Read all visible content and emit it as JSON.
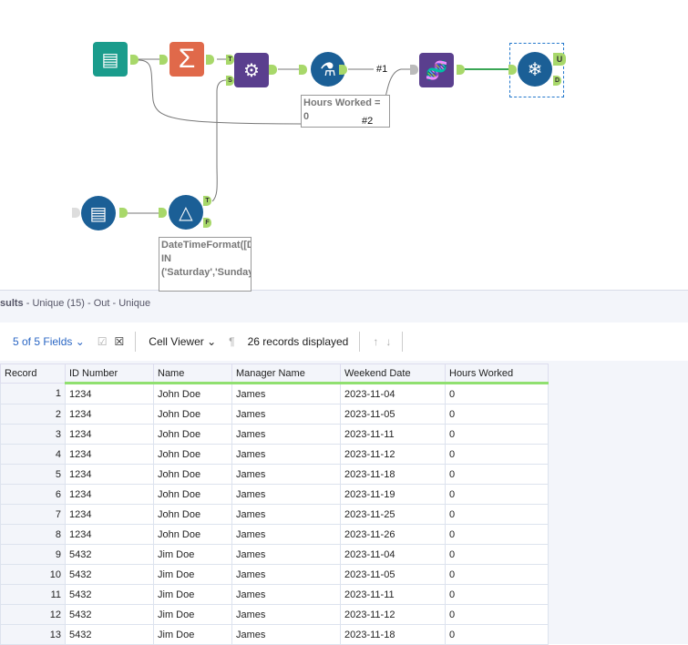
{
  "canvas": {
    "annotation1": "Hours Worked = 0",
    "annotation2": "DateTimeFormat([Date],'%A') IN ('Saturday','Sunday')",
    "label1": "#1",
    "label2": "#2",
    "anchors": {
      "T": "T",
      "S": "S",
      "U": "U",
      "D": "D",
      "F": "F"
    }
  },
  "results": {
    "title": "sults",
    "subtitle": " - Unique (15) - Out - Unique",
    "fields": "5 of 5 Fields",
    "viewer": "Cell Viewer",
    "records": "26 records displayed",
    "columns": [
      "Record",
      "ID Number",
      "Name",
      "Manager Name",
      "Weekend Date",
      "Hours Worked"
    ],
    "rows": [
      [
        "1",
        "1234",
        "John Doe",
        "James",
        "2023-11-04",
        "0"
      ],
      [
        "2",
        "1234",
        "John Doe",
        "James",
        "2023-11-05",
        "0"
      ],
      [
        "3",
        "1234",
        "John Doe",
        "James",
        "2023-11-11",
        "0"
      ],
      [
        "4",
        "1234",
        "John Doe",
        "James",
        "2023-11-12",
        "0"
      ],
      [
        "5",
        "1234",
        "John Doe",
        "James",
        "2023-11-18",
        "0"
      ],
      [
        "6",
        "1234",
        "John Doe",
        "James",
        "2023-11-19",
        "0"
      ],
      [
        "7",
        "1234",
        "John Doe",
        "James",
        "2023-11-25",
        "0"
      ],
      [
        "8",
        "1234",
        "John Doe",
        "James",
        "2023-11-26",
        "0"
      ],
      [
        "9",
        "5432",
        "Jim Doe",
        "James",
        "2023-11-04",
        "0"
      ],
      [
        "10",
        "5432",
        "Jim Doe",
        "James",
        "2023-11-05",
        "0"
      ],
      [
        "11",
        "5432",
        "Jim Doe",
        "James",
        "2023-11-11",
        "0"
      ],
      [
        "12",
        "5432",
        "Jim Doe",
        "James",
        "2023-11-12",
        "0"
      ],
      [
        "13",
        "5432",
        "Jim Doe",
        "James",
        "2023-11-18",
        "0"
      ]
    ]
  }
}
